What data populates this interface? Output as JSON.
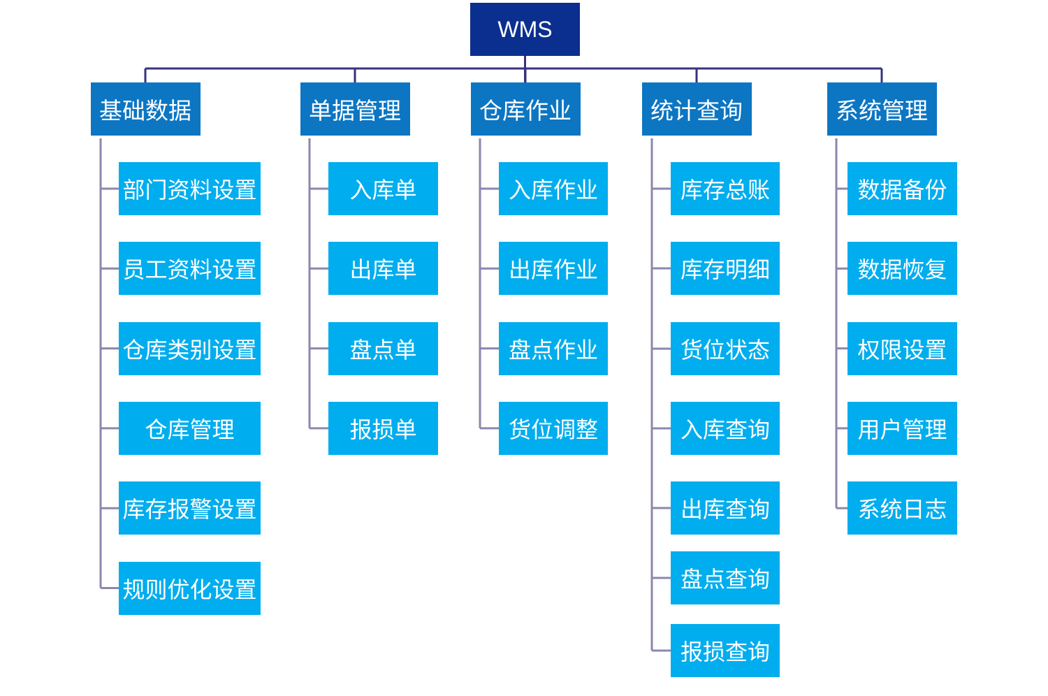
{
  "colors": {
    "root": "#0b2f8f",
    "category": "#0c76c3",
    "item": "#00adee",
    "root_line": "#36337e",
    "branch_line": "#8c87ad",
    "text": "#ffffff"
  },
  "root": {
    "label": "WMS"
  },
  "categories": [
    {
      "label": "基础数据",
      "items": [
        "部门资料设置",
        "员工资料设置",
        "仓库类别设置",
        "仓库管理",
        "库存报警设置",
        "规则优化设置"
      ]
    },
    {
      "label": "单据管理",
      "items": [
        "入库单",
        "出库单",
        "盘点单",
        "报损单"
      ]
    },
    {
      "label": "仓库作业",
      "items": [
        "入库作业",
        "出库作业",
        "盘点作业",
        "货位调整"
      ]
    },
    {
      "label": "统计查询",
      "items": [
        "库存总账",
        "库存明细",
        "货位状态",
        "入库查询",
        "出库查询",
        "盘点查询",
        "报损查询"
      ]
    },
    {
      "label": "系统管理",
      "items": [
        "数据备份",
        "数据恢复",
        "权限设置",
        "用户管理",
        "系统日志"
      ]
    }
  ]
}
